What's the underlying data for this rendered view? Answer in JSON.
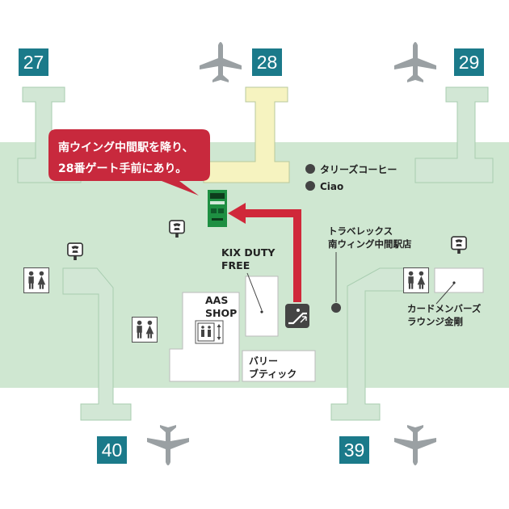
{
  "colors": {
    "floor": "#cfe7d1",
    "pier": "#d2e7d5",
    "pier_stroke": "#a8cdb0",
    "gate_bg": "#1b7a8a",
    "plane": "#9aa0a3",
    "callout": "#c8293d",
    "route": "#d0283a",
    "highlight": "#f6f3c0",
    "kiosk": "#1e8f42",
    "icon_dark": "#444444"
  },
  "gates": [
    {
      "label": "27"
    },
    {
      "label": "28"
    },
    {
      "label": "29"
    },
    {
      "label": "40"
    },
    {
      "label": "39"
    }
  ],
  "callout": {
    "line1": "南ウイング中間駅を降り、",
    "line2": "28番ゲート手前にあり。"
  },
  "shops": {
    "tullys": "タリーズコーヒー",
    "ciao": "Ciao",
    "travelex_line1": "トラベレックス",
    "travelex_line2": "南ウィング中間駅店",
    "kix_line1": "KIX DUTY",
    "kix_line2": "FREE",
    "aas_line1": "AAS",
    "aas_line2": "SHOP",
    "bally_line1": "バリー",
    "bally_line2": "ブティック",
    "lounge_line1": "カードメンバーズ",
    "lounge_line2": "ラウンジ金剛"
  },
  "icons": {
    "phone": "telephone-icon",
    "restroom": "restroom-icon",
    "elevator": "elevator-icon",
    "escalator": "escalator-icon",
    "plane": "airplane-icon",
    "kiosk": "kiosk-machine-icon"
  }
}
